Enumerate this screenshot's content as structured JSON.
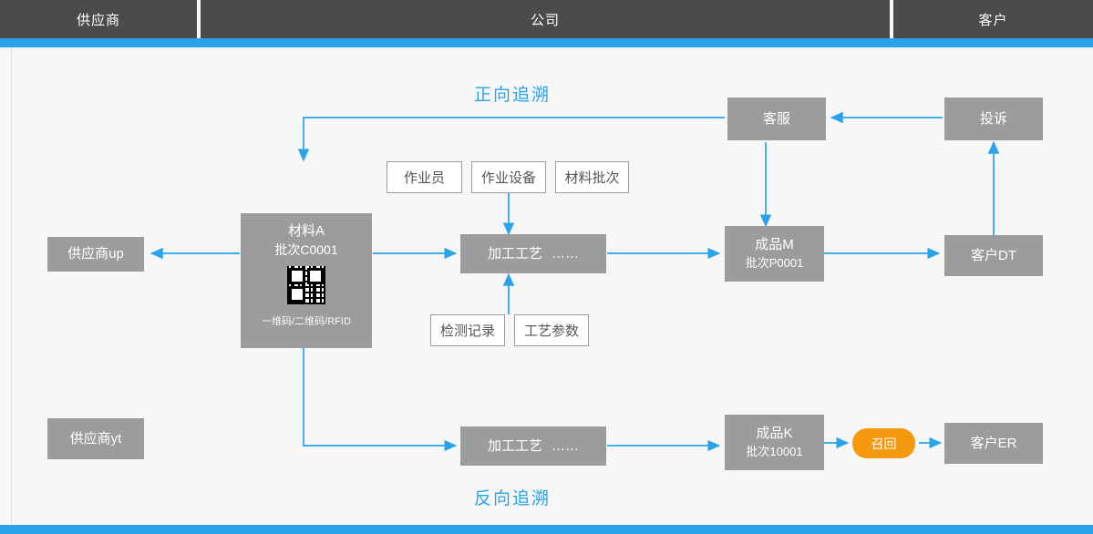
{
  "header": {
    "columns": [
      {
        "label": "供应商"
      },
      {
        "label": "公司"
      },
      {
        "label": "客户"
      }
    ]
  },
  "labels": {
    "forward": "正向追溯",
    "backward": "反向追溯"
  },
  "nodes": {
    "supplier_up": "供应商up",
    "supplier_yt": "供应商yt",
    "material_title": "材料A",
    "material_batch": "批次C0001",
    "material_code_types": "一维码/二维码/RFID",
    "process_top_line1": "加工工艺",
    "process_top_line2": "……",
    "process_bottom_line1": "加工工艺",
    "process_bottom_line2": "……",
    "product_m_title": "成品M",
    "product_m_batch": "批次P0001",
    "product_k_title": "成品K",
    "product_k_batch": "批次10001",
    "customer_service": "客服",
    "complaint": "投诉",
    "customer_dt": "客户DT",
    "customer_er": "客户ER",
    "recall": "召回"
  },
  "attributes": {
    "operator": "作业员",
    "equipment": "作业设备",
    "material_batch_box": "材料批次",
    "inspection_record": "检测记录",
    "process_params": "工艺参数"
  },
  "colors": {
    "accent_blue": "#29a3ec",
    "node_gray": "#9c9c9c",
    "header_gray": "#4b4b4b",
    "recall_orange": "#f59a0e",
    "background": "#f7f7f7"
  }
}
